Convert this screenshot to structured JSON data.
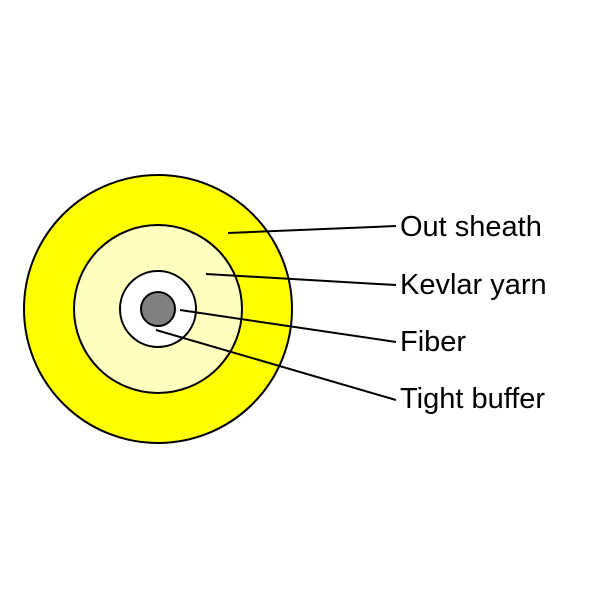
{
  "diagram": {
    "layers": [
      {
        "name": "Out sheath",
        "color": "#ffff00"
      },
      {
        "name": "Kevlar yarn",
        "color": "#ffffc0"
      },
      {
        "name": "Tight buffer",
        "color": "#ffffff"
      },
      {
        "name": "Fiber",
        "color": "#808080"
      }
    ],
    "labels": {
      "out_sheath": "Out sheath",
      "kevlar_yarn": "Kevlar yarn",
      "fiber": "Fiber",
      "tight_buffer": "Tight buffer"
    },
    "outline_color": "#000000"
  }
}
